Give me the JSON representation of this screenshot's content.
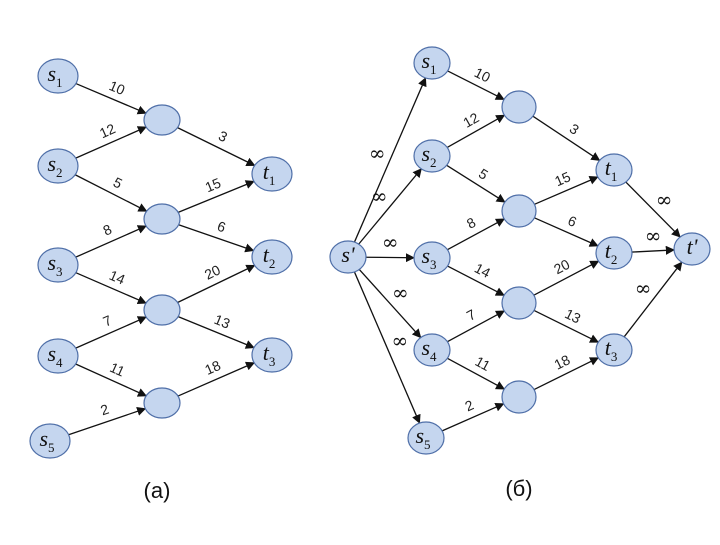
{
  "colors": {
    "node_fill": "#c5d6ef",
    "node_stroke": "#4f6fa8",
    "edge": "#111111"
  },
  "left": {
    "caption": "(a)",
    "nodes": [
      {
        "id": "s1",
        "name": "s",
        "sub": "1"
      },
      {
        "id": "s2",
        "name": "s",
        "sub": "2"
      },
      {
        "id": "s3",
        "name": "s",
        "sub": "3"
      },
      {
        "id": "s4",
        "name": "s",
        "sub": "4"
      },
      {
        "id": "s5",
        "name": "s",
        "sub": "5"
      },
      {
        "id": "m1",
        "name": "",
        "sub": ""
      },
      {
        "id": "m2",
        "name": "",
        "sub": ""
      },
      {
        "id": "m3",
        "name": "",
        "sub": ""
      },
      {
        "id": "m4",
        "name": "",
        "sub": ""
      },
      {
        "id": "t1",
        "name": "t",
        "sub": "1"
      },
      {
        "id": "t2",
        "name": "t",
        "sub": "2"
      },
      {
        "id": "t3",
        "name": "t",
        "sub": "3"
      }
    ],
    "edges": [
      {
        "from": "s1",
        "to": "m1",
        "label": "10"
      },
      {
        "from": "s2",
        "to": "m1",
        "label": "12"
      },
      {
        "from": "s2",
        "to": "m2",
        "label": "5"
      },
      {
        "from": "s3",
        "to": "m2",
        "label": "8"
      },
      {
        "from": "s3",
        "to": "m3",
        "label": "14"
      },
      {
        "from": "s4",
        "to": "m3",
        "label": "7"
      },
      {
        "from": "s4",
        "to": "m4",
        "label": "11"
      },
      {
        "from": "s5",
        "to": "m4",
        "label": "2"
      },
      {
        "from": "m1",
        "to": "t1",
        "label": "3"
      },
      {
        "from": "m2",
        "to": "t1",
        "label": "15"
      },
      {
        "from": "m2",
        "to": "t2",
        "label": "6"
      },
      {
        "from": "m3",
        "to": "t2",
        "label": "20"
      },
      {
        "from": "m3",
        "to": "t3",
        "label": "13"
      },
      {
        "from": "m4",
        "to": "t3",
        "label": "18"
      }
    ]
  },
  "right": {
    "caption": "(б)",
    "nodes": [
      {
        "id": "sp",
        "name": "s'",
        "sub": ""
      },
      {
        "id": "s1",
        "name": "s",
        "sub": "1"
      },
      {
        "id": "s2",
        "name": "s",
        "sub": "2"
      },
      {
        "id": "s3",
        "name": "s",
        "sub": "3"
      },
      {
        "id": "s4",
        "name": "s",
        "sub": "4"
      },
      {
        "id": "s5",
        "name": "s",
        "sub": "5"
      },
      {
        "id": "m1",
        "name": "",
        "sub": ""
      },
      {
        "id": "m2",
        "name": "",
        "sub": ""
      },
      {
        "id": "m3",
        "name": "",
        "sub": ""
      },
      {
        "id": "m4",
        "name": "",
        "sub": ""
      },
      {
        "id": "t1",
        "name": "t",
        "sub": "1"
      },
      {
        "id": "t2",
        "name": "t",
        "sub": "2"
      },
      {
        "id": "t3",
        "name": "t",
        "sub": "3"
      },
      {
        "id": "tp",
        "name": "t'",
        "sub": ""
      }
    ],
    "edges": [
      {
        "from": "sp",
        "to": "s1",
        "label": "∞"
      },
      {
        "from": "sp",
        "to": "s2",
        "label": "∞"
      },
      {
        "from": "sp",
        "to": "s3",
        "label": "∞"
      },
      {
        "from": "sp",
        "to": "s4",
        "label": "∞"
      },
      {
        "from": "sp",
        "to": "s5",
        "label": "∞"
      },
      {
        "from": "s1",
        "to": "m1",
        "label": "10"
      },
      {
        "from": "s2",
        "to": "m1",
        "label": "12"
      },
      {
        "from": "s2",
        "to": "m2",
        "label": "5"
      },
      {
        "from": "s3",
        "to": "m2",
        "label": "8"
      },
      {
        "from": "s3",
        "to": "m3",
        "label": "14"
      },
      {
        "from": "s4",
        "to": "m3",
        "label": "7"
      },
      {
        "from": "s4",
        "to": "m4",
        "label": "11"
      },
      {
        "from": "s5",
        "to": "m4",
        "label": "2"
      },
      {
        "from": "m1",
        "to": "t1",
        "label": "3"
      },
      {
        "from": "m2",
        "to": "t1",
        "label": "15"
      },
      {
        "from": "m2",
        "to": "t2",
        "label": "6"
      },
      {
        "from": "m3",
        "to": "t2",
        "label": "20"
      },
      {
        "from": "m3",
        "to": "t3",
        "label": "13"
      },
      {
        "from": "m4",
        "to": "t3",
        "label": "18"
      },
      {
        "from": "t1",
        "to": "tp",
        "label": "∞"
      },
      {
        "from": "t2",
        "to": "tp",
        "label": "∞"
      },
      {
        "from": "t3",
        "to": "tp",
        "label": "∞"
      }
    ]
  }
}
